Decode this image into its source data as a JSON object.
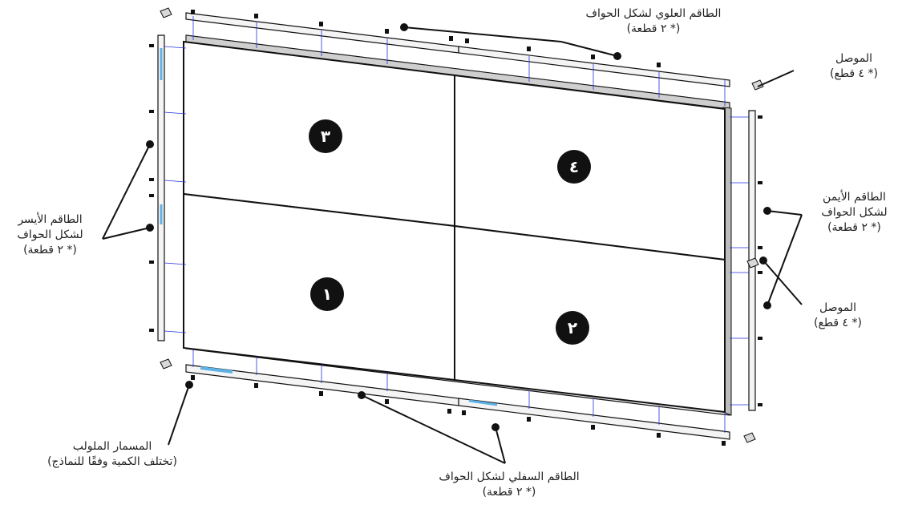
{
  "labels": {
    "top_frame": {
      "line1": "الطاقم العلوي لشكل الحواف",
      "line2": "(* ٢ قطعة)"
    },
    "connector_top": {
      "line1": "الموصل",
      "line2": "(* ٤ قطع)"
    },
    "left_frame": {
      "line1": "الطاقم الأيسر",
      "line2": "لشكل الحواف",
      "line3": "(* ٢ قطعة)"
    },
    "right_frame": {
      "line1": "الطاقم الأيمن",
      "line2": "لشكل الحواف",
      "line3": "(* ٢ قطعة)"
    },
    "connector_right": {
      "line1": "الموصل",
      "line2": "(* ٤ قطع)"
    },
    "screw": {
      "line1": "المسمار الملولب",
      "line2": "(تختلف الكمية وفقًا للنماذج)"
    },
    "bottom_frame": {
      "line1": "الطاقم السفلي لشكل الحواف",
      "line2": "(* ٢ قطعة)"
    }
  },
  "panels": {
    "p1": "١",
    "p2": "٢",
    "p3": "٣",
    "p4": "٤"
  },
  "colors": {
    "line": "#111111",
    "guide": "#2233dd",
    "accent": "#5fb2e6"
  }
}
